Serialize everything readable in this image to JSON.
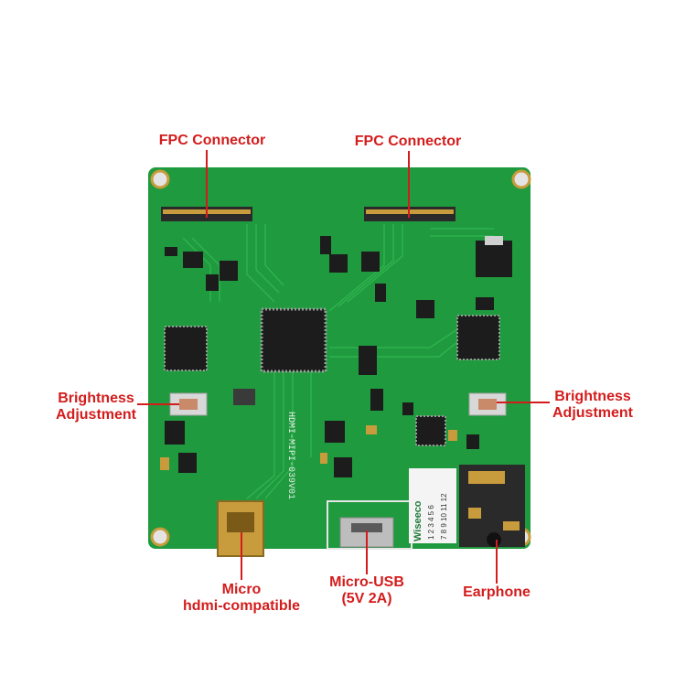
{
  "callouts": {
    "fpc_left": "FPC Connector",
    "fpc_right": "FPC Connector",
    "brightness_left_line1": "Brightness",
    "brightness_left_line2": "Adjustment",
    "brightness_right_line1": "Brightness",
    "brightness_right_line2": "Adjustment",
    "hdmi_line1": "Micro",
    "hdmi_line2": "hdmi-compatible",
    "usb_line1": "Micro-USB",
    "usb_line2": "(5V 2A)",
    "earphone": "Earphone"
  },
  "board": {
    "silkscreen_model": "HDMI-MIPI-039V01",
    "brand_sticker": "Wiseeco",
    "sticker_numbers_row1": "1 2 3 4 5 6",
    "sticker_numbers_row2": "7 8 9 10 11 12"
  },
  "colors": {
    "pcb": "#1f9a3e",
    "pcb_dark": "#157a2e",
    "trace": "#2fb24e",
    "label_red": "#d41c1c",
    "gold": "#c89b3c",
    "chip": "#1c1c1c"
  }
}
